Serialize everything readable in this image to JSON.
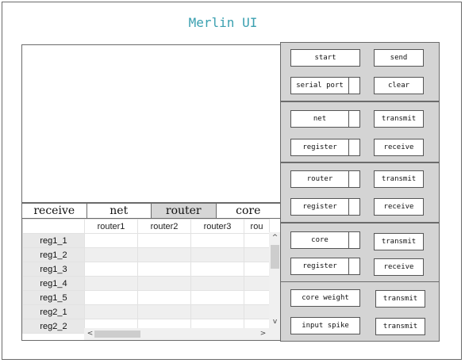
{
  "app": {
    "title": "Merlin UI"
  },
  "tabs": [
    {
      "label": "receive",
      "active": false
    },
    {
      "label": "net",
      "active": false
    },
    {
      "label": "router",
      "active": true
    },
    {
      "label": "core",
      "active": false
    }
  ],
  "table": {
    "columns": [
      "router1",
      "router2",
      "router3",
      "rou"
    ],
    "rows": [
      "reg1_1",
      "reg1_2",
      "reg1_3",
      "reg1_4",
      "reg1_5",
      "reg2_1",
      "reg2_2"
    ]
  },
  "controls": {
    "start": "start",
    "send": "send",
    "serial_port": "serial port",
    "clear": "clear",
    "net": "net",
    "net_transmit": "transmit",
    "net_register": "register",
    "net_receive": "receive",
    "router": "router",
    "router_transmit": "transmit",
    "router_register": "register",
    "router_receive": "receive",
    "core": "core",
    "core_transmit": "transmit",
    "core_register": "register",
    "core_receive": "receive",
    "core_weight": "core weight",
    "weight_transmit": "transmit",
    "input_spike": "input spike",
    "spike_transmit": "transmit"
  },
  "scroll": {
    "up": "^",
    "down": "v",
    "left": "<",
    "right": ">"
  }
}
